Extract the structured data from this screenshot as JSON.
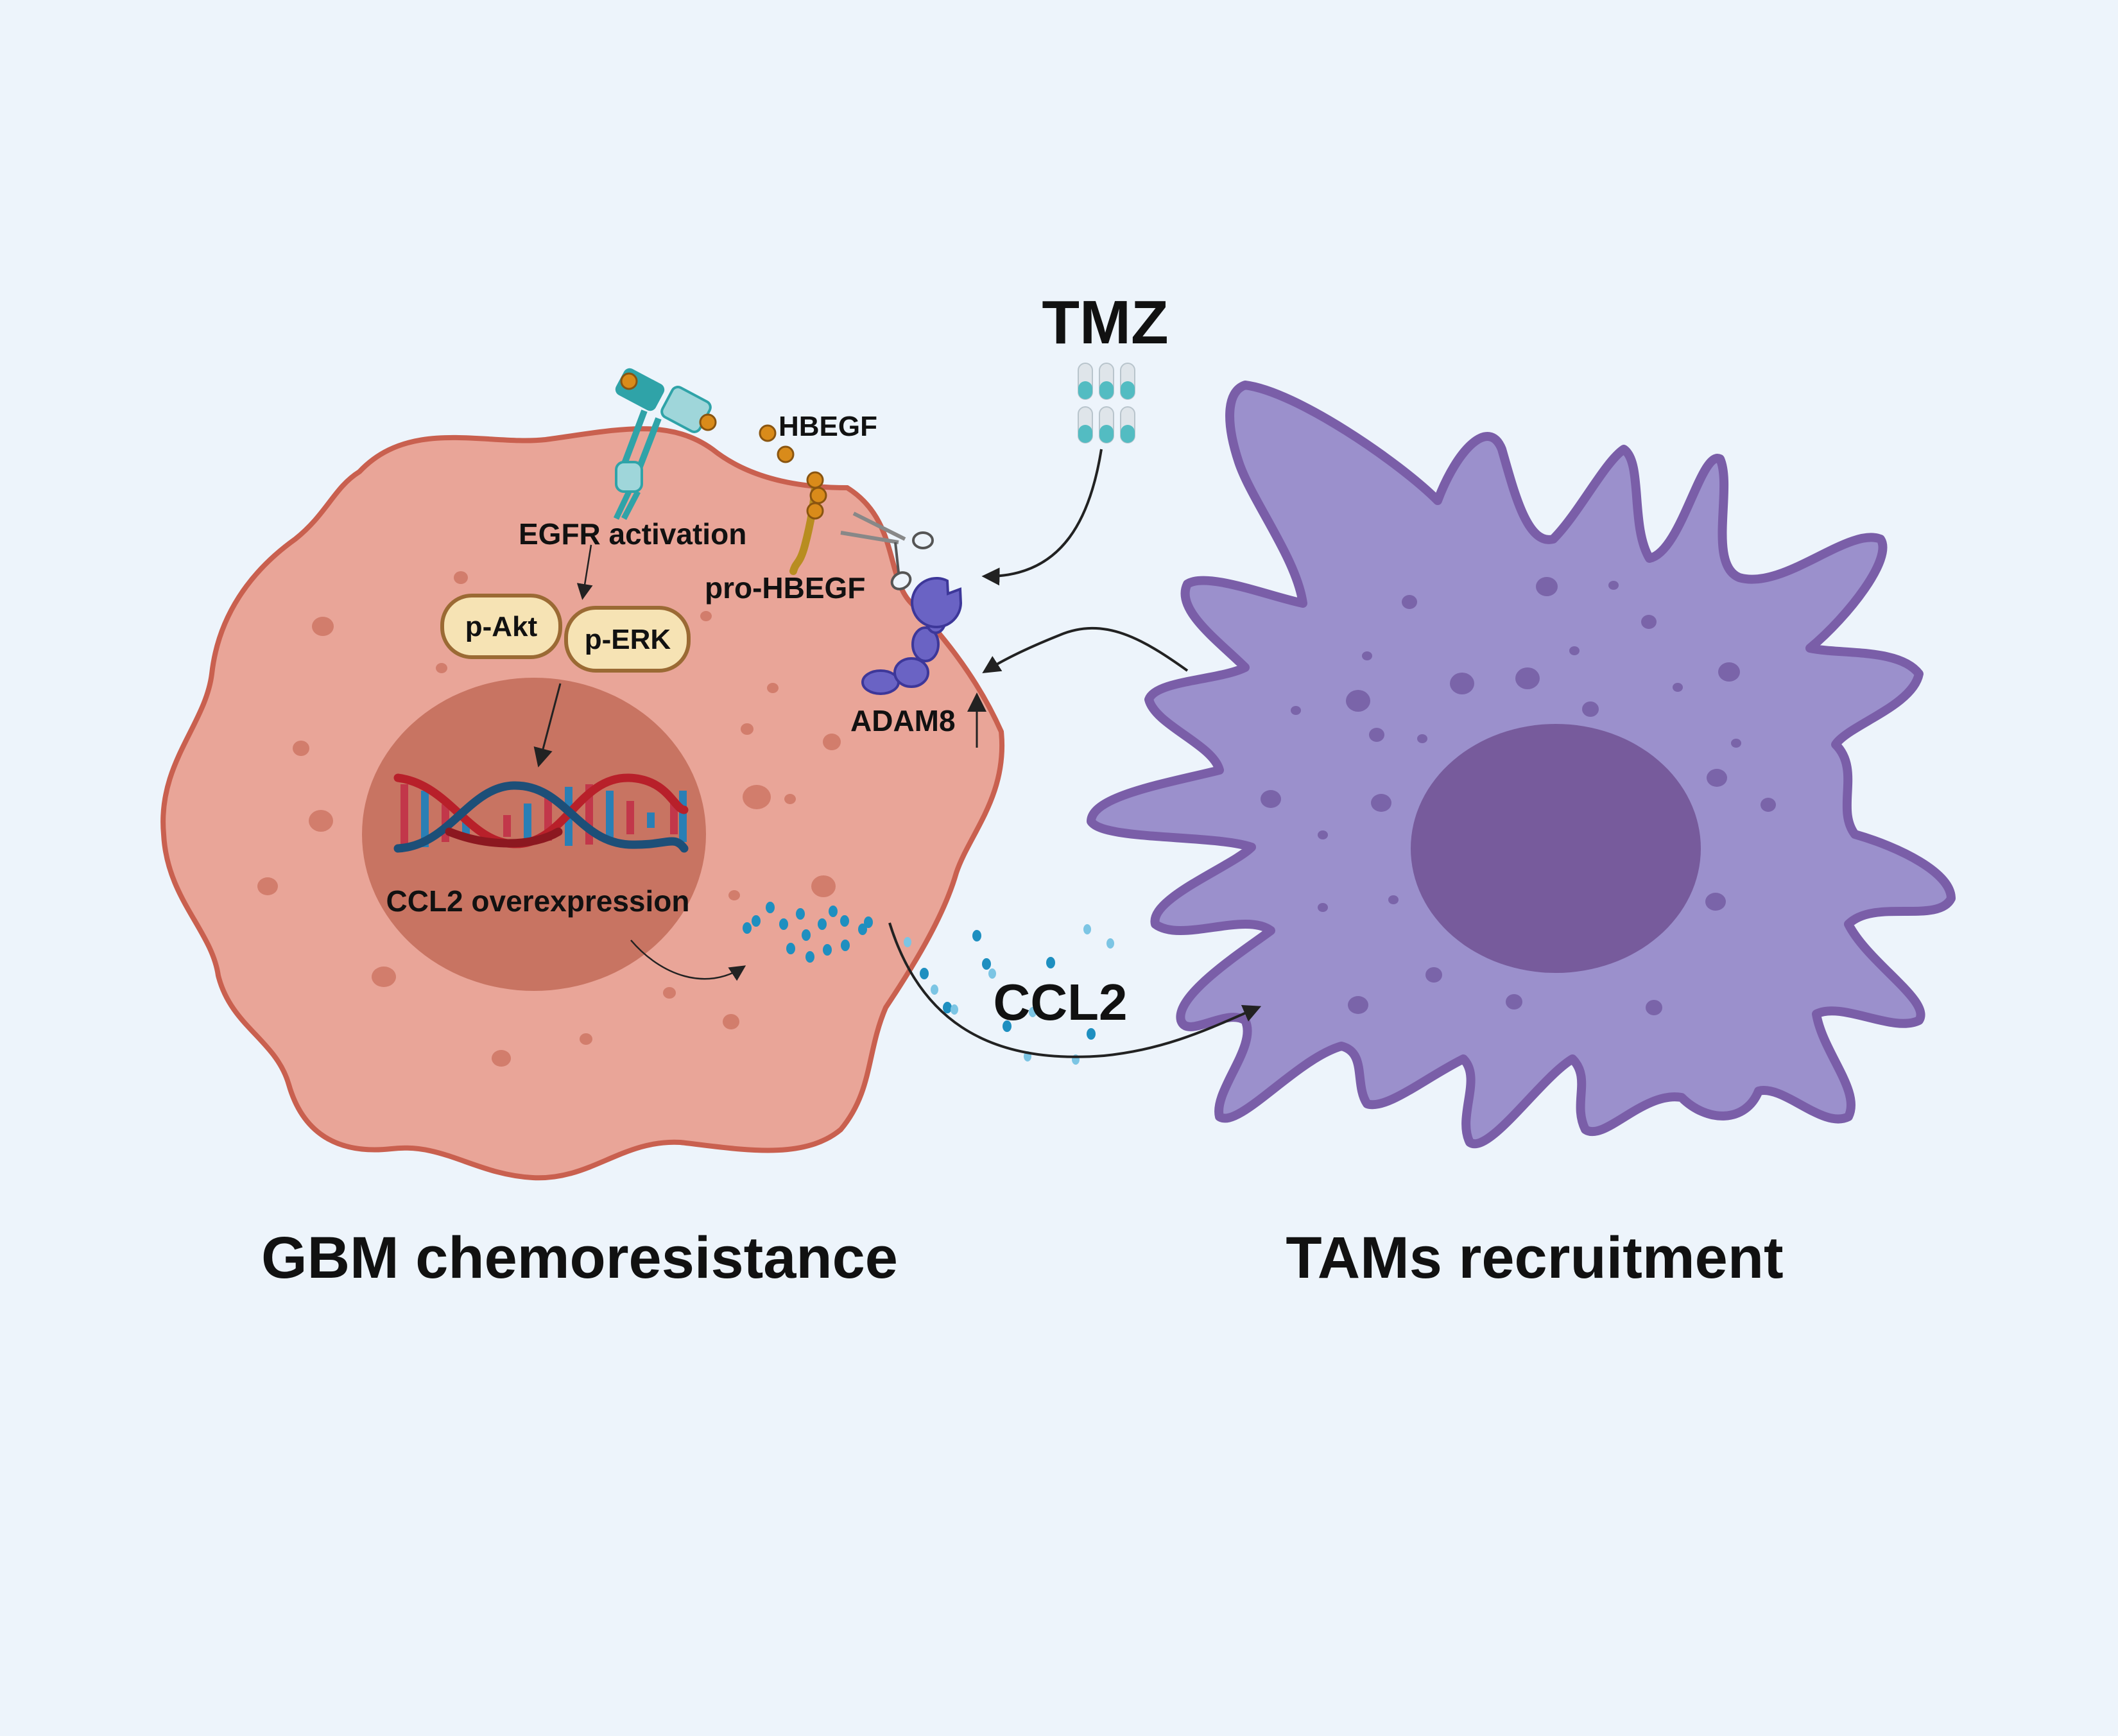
{
  "labels": {
    "tmz": "TMZ",
    "hbegf": "HBEGF",
    "egfr_activation": "EGFR activation",
    "pro_hbegf": "pro-HBEGF",
    "p_akt": "p-Akt",
    "p_erk": "p-ERK",
    "adam8": "ADAM8",
    "ccl2_overexpression": "CCL2 overexpression",
    "ccl2": "CCL2",
    "gbm_title": "GBM chemoresistance",
    "tams_title": "TAMs recruitment"
  },
  "colors": {
    "background": "#edf4fb",
    "gbm_cell_fill": "#e9a598",
    "gbm_cell_stroke": "#c9604f",
    "gbm_nucleus": "#c87462",
    "tam_cell_fill": "#9b90cc",
    "tam_cell_stroke": "#7a5ea8",
    "tam_nucleus": "#775b9c",
    "kinase_pill": "#f6e3b4",
    "kinase_stroke": "#9b6a34",
    "adam8": "#6a63c4",
    "egfr": "#2fa3a8",
    "hbegf_ligand": "#d98b1a",
    "ccl2_particles": "#1e8fc0",
    "dna_red": "#b8202a",
    "dna_blue": "#1d4f78"
  },
  "icons": [
    "egfr-receptor-icon",
    "hbegf-ligand-icon",
    "pro-hbegf-icon",
    "scissors-icon",
    "adam8-protease-icon",
    "capsule-icon",
    "dna-helix-icon",
    "ccl2-particle-icon"
  ]
}
